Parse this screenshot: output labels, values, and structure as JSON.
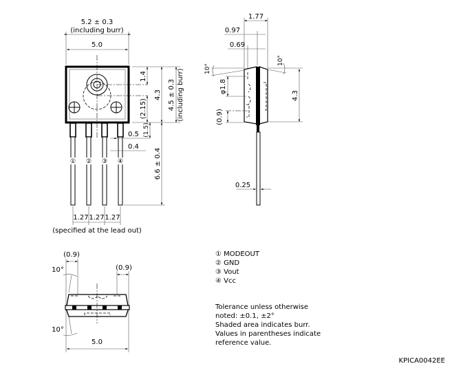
{
  "front_view": {
    "width_burr": "5.2 ± 0.3",
    "width_burr_note": "(including burr)",
    "width": "5.0",
    "dim_1_4": "1.4",
    "dim_2_15": "(2.15)",
    "height": "4.3",
    "height_burr": "4.5 ± 0.3",
    "height_burr_note": "(including burr)",
    "dim_1_5": "(1.5)",
    "lead_width_top": "0.5",
    "lead_width": "0.4",
    "lead_length": "6.6 ± 0.4",
    "pitch": [
      "1.27",
      "1.27",
      "1.27"
    ],
    "pitch_note": "(specified at the lead out)",
    "pins": [
      "①",
      "②",
      "③",
      "④"
    ]
  },
  "side_view": {
    "dim_1_77": "1.77",
    "dim_0_97": "0.97",
    "dim_0_69": "0.69",
    "angle_left": "10°",
    "angle_right": "10°",
    "lens_dia": "φ1.8",
    "dim_0_9": "(0.9)",
    "height": "4.3",
    "lead_thickness": "0.25"
  },
  "bottom_view": {
    "left_offset": "(0.9)",
    "right_offset": "(0.9)",
    "angle_top": "10°",
    "angle_bottom": "10°",
    "width": "5.0"
  },
  "legend": [
    "① MODEOUT",
    "② GND",
    "③ Vout",
    "④ Vcc"
  ],
  "notes": [
    "Tolerance unless otherwise",
    "noted: ±0.1, ±2°",
    "Shaded area indicates burr.",
    "Values in parentheses indicate",
    "reference value."
  ],
  "drawing_id": "KPICA0042EE"
}
